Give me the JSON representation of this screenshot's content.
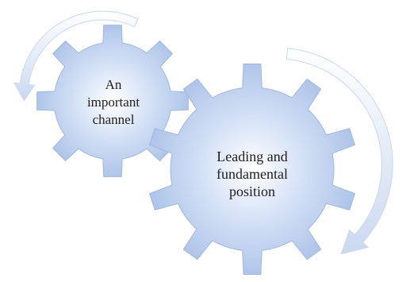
{
  "diagram": {
    "gears": [
      {
        "id": "small",
        "label": "An\nimportant\nchannel"
      },
      {
        "id": "large",
        "label": "Leading and\nfundamental\nposition"
      }
    ],
    "colors": {
      "gear_center": "#ffffff",
      "gear_mid": "#d4e1f6",
      "gear_edge": "#a8c0e6",
      "gear_stroke": "#9fb8e0",
      "arrow_fill": "#dde7f6",
      "arrow_stroke": "#c9d8ef"
    }
  }
}
